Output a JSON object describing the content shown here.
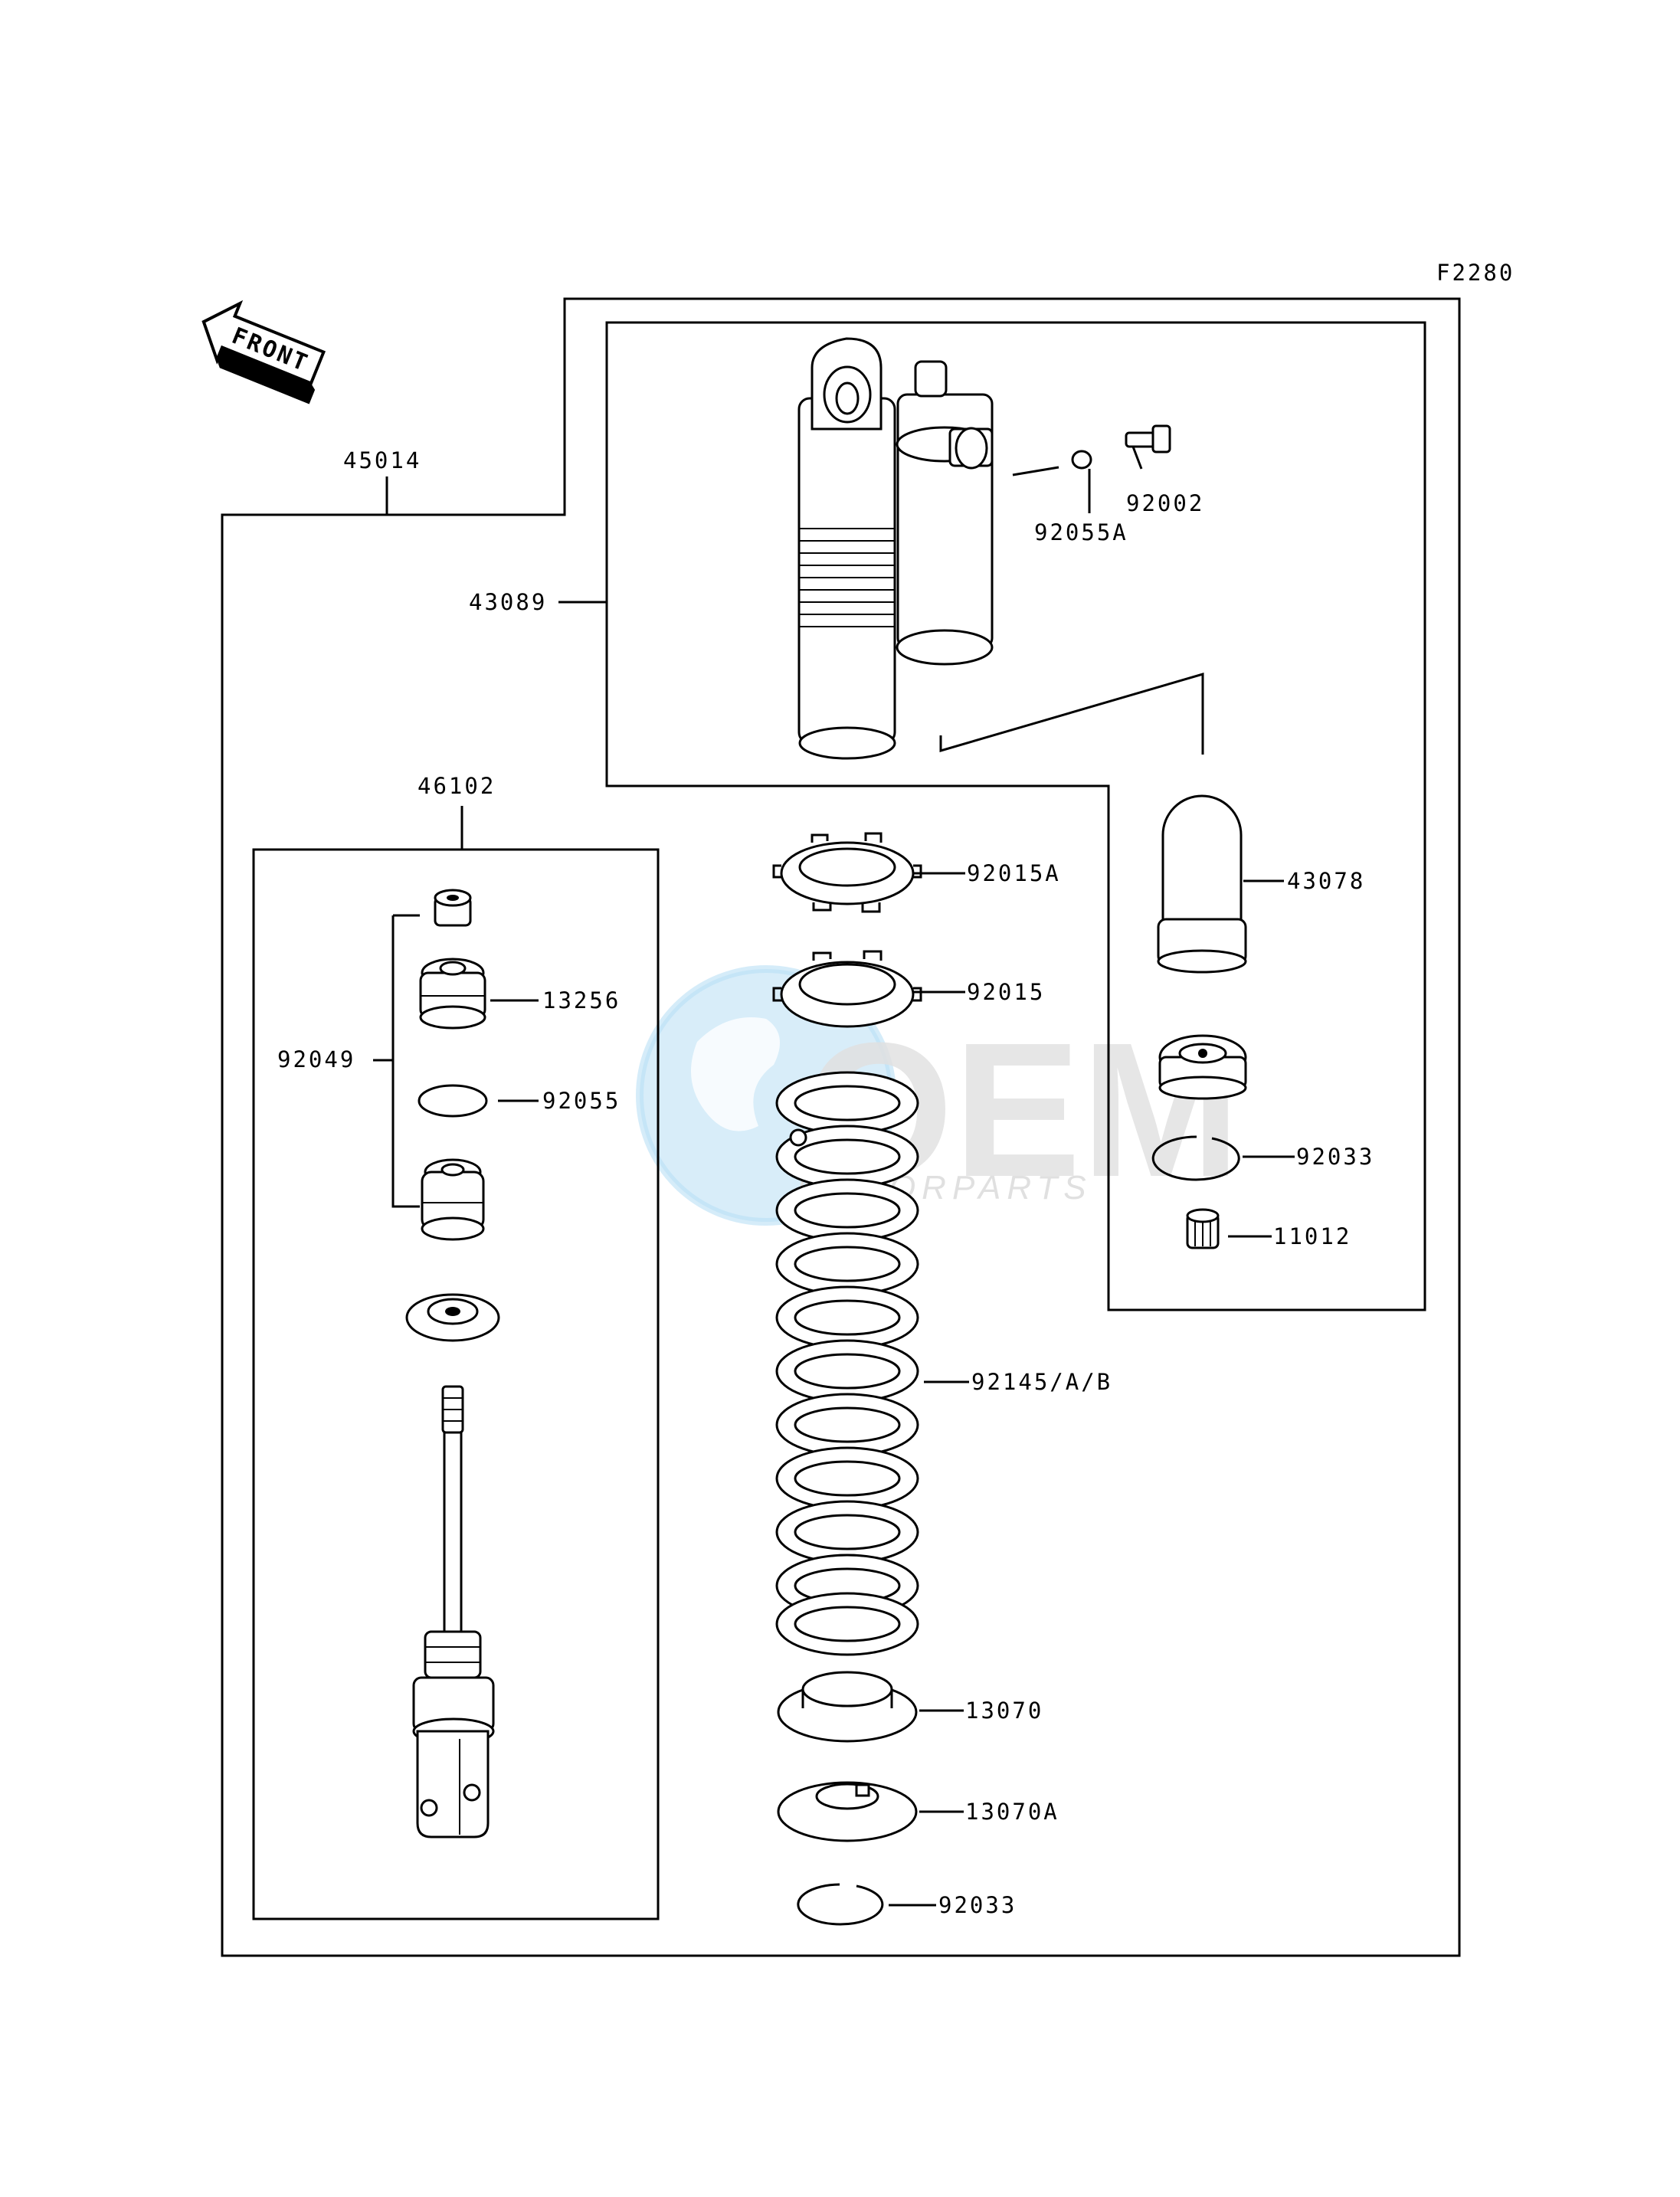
{
  "figure_code": "F2280",
  "front_arrow_label": "FRONT",
  "watermark": {
    "brand": "OEM",
    "tagline": "MOTORPARTS",
    "colors": {
      "globe": "#7ec4ec",
      "letters": "#c8c8c8"
    }
  },
  "callouts": {
    "p45014": "45014",
    "p43089": "43089",
    "p92055A": "92055A",
    "p92002": "92002",
    "p46102": "46102",
    "p92049": "92049",
    "p13256": "13256",
    "p92055": "92055",
    "p92015A": "92015A",
    "p92015": "92015",
    "p43078": "43078",
    "p92033_upper": "92033",
    "p11012": "11012",
    "p92145": "92145/A/B",
    "p13070": "13070",
    "p13070A": "13070A",
    "p92033_lower": "92033"
  }
}
